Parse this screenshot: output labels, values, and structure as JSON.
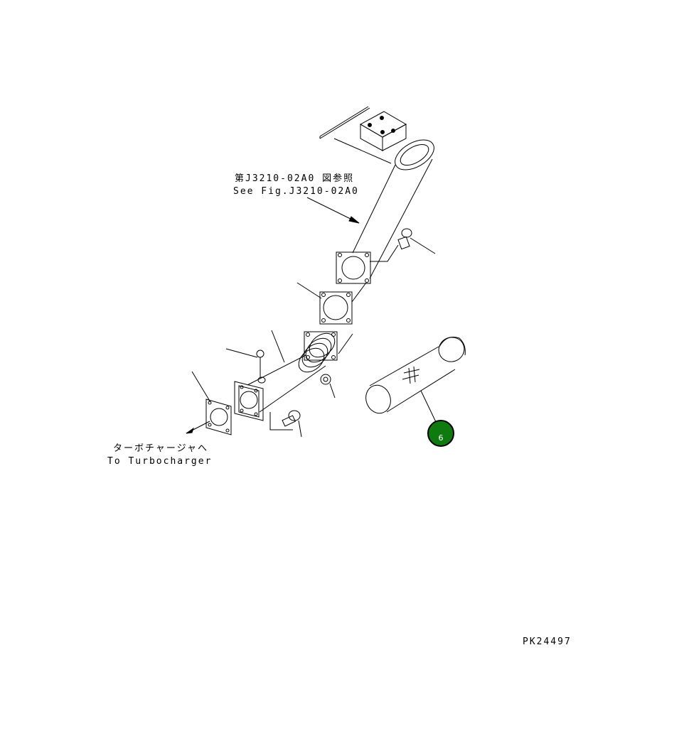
{
  "labels": {
    "ref_jp": "第J3210-02A0 図参照",
    "ref_en": "See Fig.J3210-02A0",
    "turbo_jp": "ターボチャージャへ",
    "turbo_en": "To Turbocharger",
    "drawing_code": "PK24497"
  },
  "callouts": [
    {
      "id": "part-6",
      "label": "6",
      "color": "#0f7a0f"
    }
  ]
}
